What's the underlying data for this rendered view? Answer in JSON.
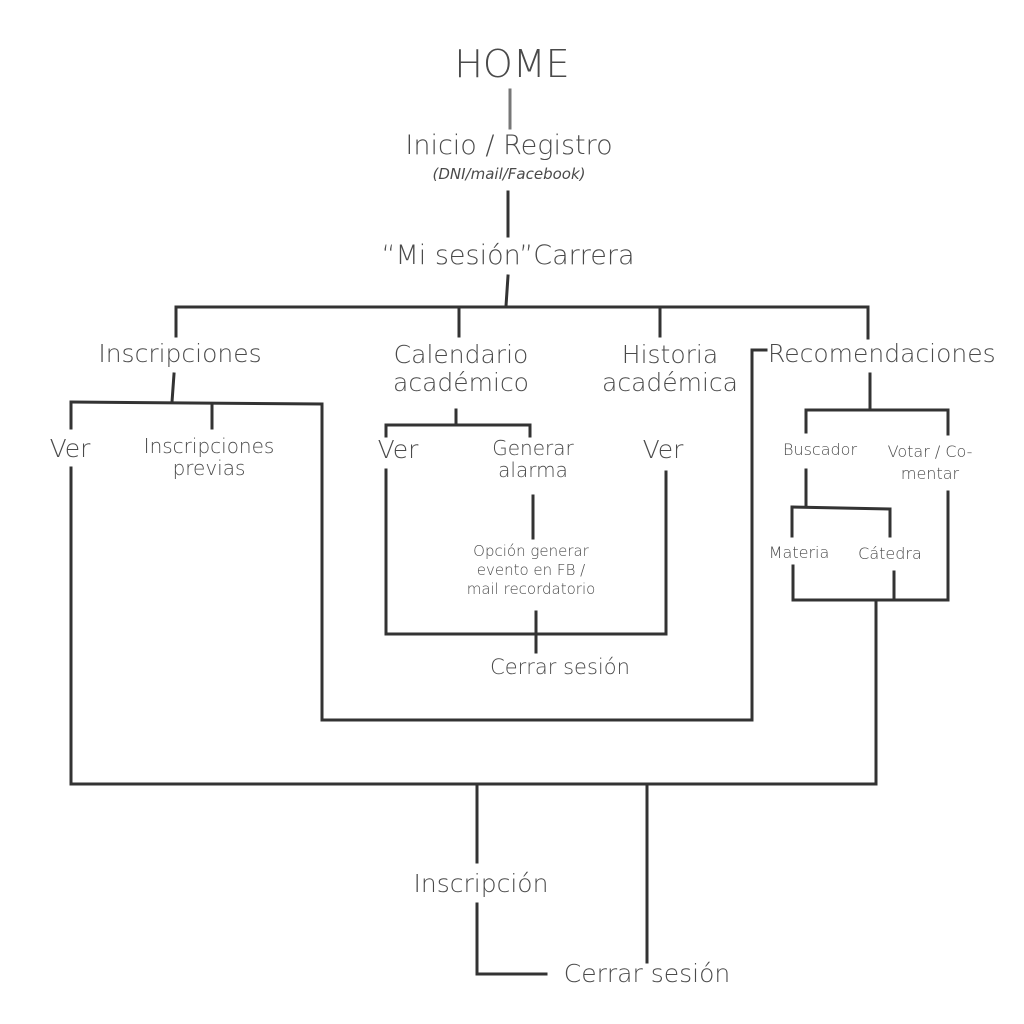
{
  "diagram": {
    "home": "HOME",
    "login": "Inicio / Registro",
    "login_sub": "(DNI/mail/Facebook)",
    "session": "“Mi sesión”Carrera",
    "inscripciones": "Inscripciones",
    "calendario_1": "Calendario",
    "calendario_2": "académico",
    "historia_1": "Historia",
    "historia_2": "académica",
    "recomendaciones": "Recomendaciones",
    "ins_ver": "Ver",
    "ins_previas_1": "Inscripciones",
    "ins_previas_2": "previas",
    "cal_ver": "Ver",
    "alarma_1": "Generar",
    "alarma_2": "alarma",
    "hist_ver": "Ver",
    "opcion_1": "Opción generar",
    "opcion_2": "evento en FB /",
    "opcion_3": "mail recordatorio",
    "cerrar_mid": "Cerrar sesión",
    "buscador": "Buscador",
    "votar_1": "Votar / Co-",
    "votar_2": "mentar",
    "materia": "Materia",
    "catedra": "Cátedra",
    "inscripcion": "Inscripción",
    "cerrar_bottom": "Cerrar sesión"
  }
}
